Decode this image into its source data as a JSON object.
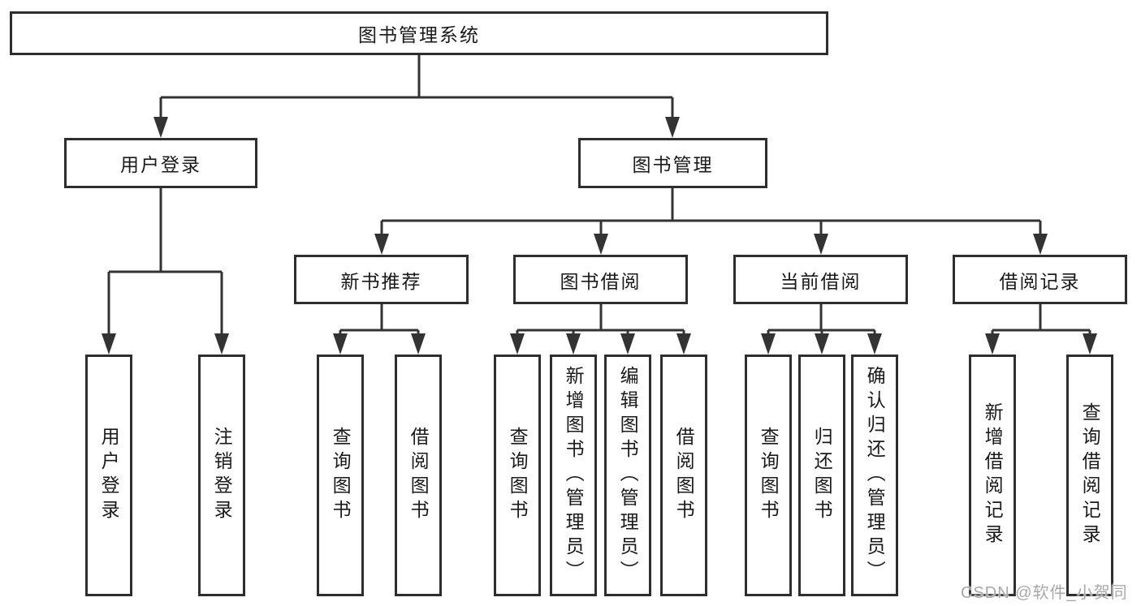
{
  "tree": {
    "root": "图书管理系统",
    "branches": [
      {
        "label": "用户登录",
        "children": [
          "用户登录",
          "注销登录"
        ]
      },
      {
        "label": "图书管理",
        "groups": [
          {
            "label": "新书推荐",
            "children": [
              "查询图书",
              "借阅图书"
            ]
          },
          {
            "label": "图书借阅",
            "children": [
              "查询图书",
              "新增图书（管理员）",
              "编辑图书（管理员）",
              "借阅图书"
            ]
          },
          {
            "label": "当前借阅",
            "children": [
              "查询图书",
              "归还图书",
              "确认归还（管理员）"
            ]
          },
          {
            "label": "借阅记录",
            "children": [
              "新增借阅记录",
              "查询借阅记录"
            ]
          }
        ]
      }
    ]
  },
  "watermark": "CSDN @软件_小贺同学",
  "colors": {
    "line": "#333333",
    "box_border": "#2e2e2e",
    "text": "#1a1a1a",
    "watermark": "#a8a8a8",
    "background": "#ffffff"
  }
}
